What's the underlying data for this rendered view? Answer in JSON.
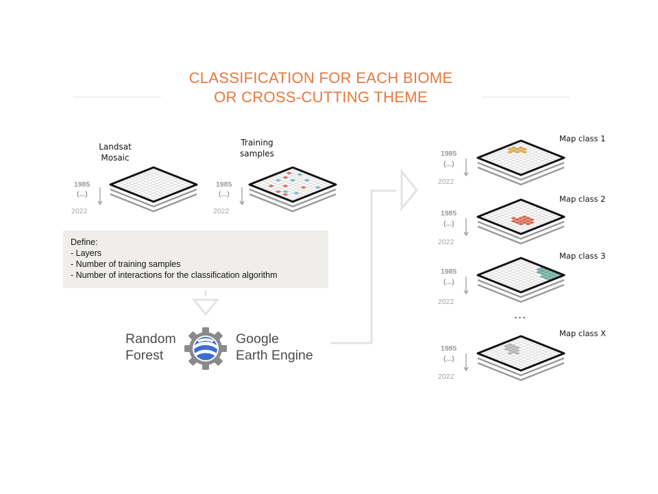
{
  "title_line1": "CLASSIFICATION FOR EACH BIOME",
  "title_line2": "OR CROSS-CUTTING THEME",
  "inputs": [
    {
      "label_line1": "Landsat",
      "label_line2": "Mosaic",
      "year_start": "1985",
      "year_mid": "(...)",
      "year_end": "2022"
    },
    {
      "label_line1": "Training",
      "label_line2": "samples",
      "year_start": "1985",
      "year_mid": "(...)",
      "year_end": "2022"
    }
  ],
  "define_box": {
    "heading": "Define:",
    "items": [
      "- Layers",
      "- Number of training samples",
      "- Number of interactions for the classification algorithm"
    ]
  },
  "algorithm": {
    "left_line1": "Random",
    "left_line2": "Forest",
    "right_line1": "Google",
    "right_line2": "Earth Engine",
    "icon": "earth-engine-logo-icon"
  },
  "map_classes": [
    {
      "label": "Map class 1",
      "year_start": "1985",
      "year_mid": "(...)",
      "year_end": "2022",
      "color": "#e8a93a"
    },
    {
      "label": "Map class 2",
      "year_start": "1985",
      "year_mid": "(...)",
      "year_end": "2022",
      "color": "#e05b3c"
    },
    {
      "label": "Map class 3",
      "year_start": "1985",
      "year_mid": "(...)",
      "year_end": "2022",
      "color": "#5aa89a"
    },
    {
      "label": "Map class X",
      "year_start": "1985",
      "year_mid": "(...)",
      "year_end": "2022",
      "color": "#b5b5b5"
    }
  ],
  "ellipsis": "...",
  "colors": {
    "title": "#e8773f",
    "sample_red": "#e26a4c",
    "sample_blue": "#6cc0d3",
    "arrow": "#e3e3e3"
  }
}
